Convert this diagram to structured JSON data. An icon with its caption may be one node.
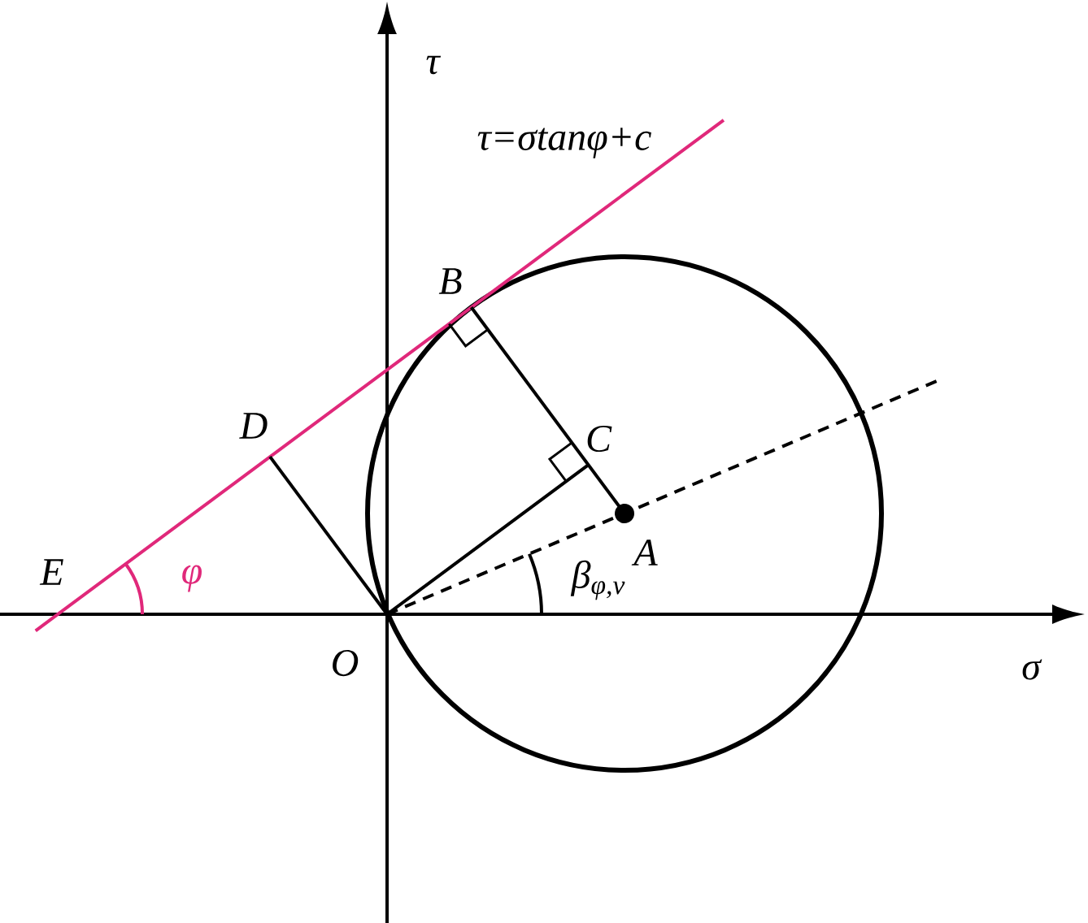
{
  "diagram": {
    "labels": [
      "τ",
      "τ=σtanφ+c",
      "B",
      "C",
      "D",
      "E",
      "φ",
      "A",
      "β$_{φ,ν}$",
      "O",
      "σ"
    ]
  }
}
